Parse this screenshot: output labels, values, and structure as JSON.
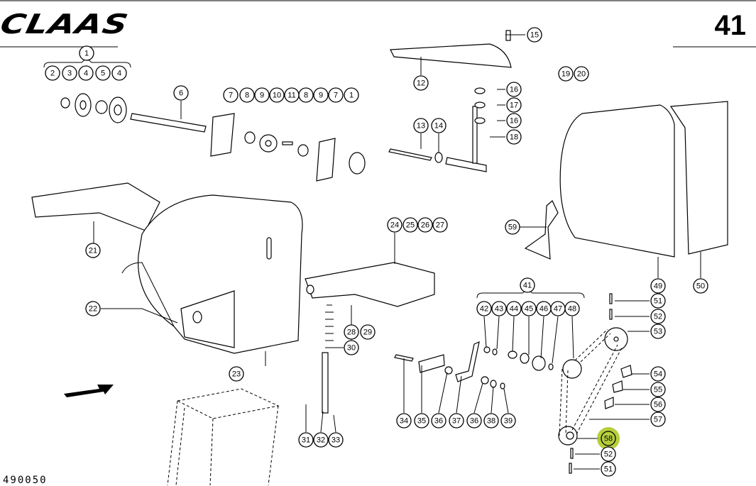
{
  "header": {
    "brand": "CLAAS",
    "page_number": "41"
  },
  "footer": {
    "document_number": "490050"
  },
  "highlight_color": "#a8c61a",
  "highlighted_callout": "58",
  "callouts": [
    "1",
    "2",
    "3",
    "4",
    "5",
    "4",
    "6",
    "7",
    "8",
    "9",
    "10",
    "11",
    "8",
    "9",
    "7",
    "1",
    "12",
    "13",
    "14",
    "15",
    "16",
    "17",
    "16",
    "18",
    "19",
    "20",
    "21",
    "22",
    "23",
    "24",
    "25",
    "26",
    "27",
    "28",
    "29",
    "30",
    "31",
    "32",
    "33",
    "34",
    "35",
    "36",
    "37",
    "36",
    "38",
    "39",
    "41",
    "42",
    "43",
    "44",
    "45",
    "46",
    "47",
    "48",
    "49",
    "50",
    "51",
    "52",
    "53",
    "54",
    "55",
    "56",
    "57",
    "58",
    "52",
    "51",
    "59"
  ]
}
